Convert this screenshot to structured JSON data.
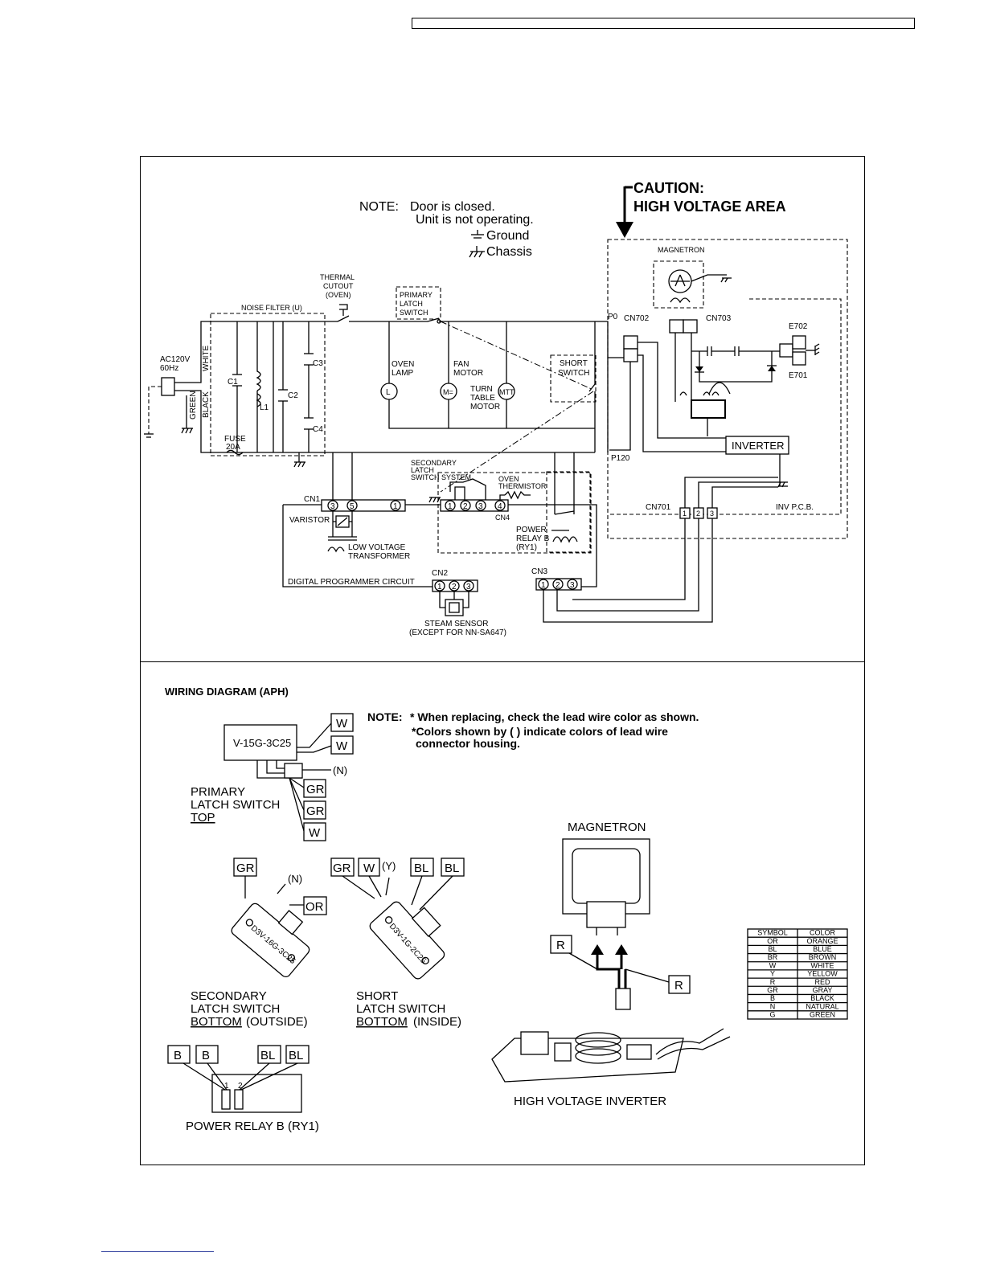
{
  "schematic": {
    "note_title": "NOTE:",
    "note_lines": [
      "Door is closed.",
      "Unit is not operating."
    ],
    "legend_ground": "Ground",
    "legend_chassis": "Chassis",
    "caution_line1": "CAUTION:",
    "caution_line2": "HIGH VOLTAGE AREA",
    "labels": {
      "magnetron": "MAGNETRON",
      "cn702": "CN702",
      "cn703": "CN703",
      "e702": "E702",
      "e701": "E701",
      "inverter": "INVERTER",
      "p120": "P120",
      "p0": "P0",
      "cn701": "CN701",
      "inv_pcb": "INV P.C.B.",
      "thermal_cutout": [
        "THERMAL",
        "CUTOUT",
        "(OVEN)"
      ],
      "primary_latch_switch": [
        "PRIMARY",
        "LATCH",
        "SWITCH"
      ],
      "noise_filter": "NOISE FILTER (U)",
      "ac_source": [
        "AC120V",
        "60Hz"
      ],
      "white": "WHITE",
      "black": "BLACK",
      "green": "GREEN",
      "c1": "C1",
      "c2": "C2",
      "c3": "C3",
      "c4": "C4",
      "l1": "L1",
      "fuse": [
        "FUSE",
        "20A"
      ],
      "oven_lamp": [
        "OVEN",
        "LAMP"
      ],
      "fan_motor": [
        "FAN",
        "MOTOR"
      ],
      "turn_table_motor": [
        "TURN",
        "TABLE",
        "MOTOR"
      ],
      "short_switch": [
        "SHORT",
        "SWITCH"
      ],
      "lamp_symbol": "L",
      "fan_symbol": "M=",
      "tt_symbol": "MTT",
      "secondary_latch": [
        "SECONDARY",
        "LATCH",
        "SWITCH SYSTEM"
      ],
      "oven_thermistor": [
        "OVEN",
        "THERMISTOR"
      ],
      "cn1": "CN1",
      "cn4": "CN4",
      "varistor": "VARISTOR",
      "low_voltage_transformer": [
        "LOW VOLTAGE",
        "TRANSFORMER"
      ],
      "power_relay": [
        "POWER",
        "RELAY B",
        "(RY1)"
      ],
      "digital_programmer": "DIGITAL PROGRAMMER CIRCUIT",
      "cn2": "CN2",
      "cn3": "CN3",
      "steam_sensor": [
        "STEAM SENSOR",
        "(EXCEPT FOR NN-SA647)"
      ],
      "cn1_pins": [
        "3",
        "5",
        "1"
      ],
      "cn4_pins": [
        "1",
        "2",
        "3",
        "4"
      ],
      "cn2_pins": [
        "1",
        "2",
        "3"
      ],
      "cn3_pins": [
        "1",
        "2",
        "3"
      ],
      "cn701_pins": [
        "1",
        "2",
        "3"
      ]
    }
  },
  "wiring": {
    "title": "WIRING DIAGRAM (APH)",
    "note_title": "NOTE:",
    "note_lines": [
      "* When replacing, check the lead wire color as shown.",
      "*Colors shown by ( ) indicate colors of lead wire",
      "connector housing."
    ],
    "primary_switch": {
      "model": "V-15G-3C25",
      "wires": [
        "W",
        "W",
        "GR",
        "GR",
        "W"
      ],
      "housing": "(N)",
      "caption": [
        "PRIMARY",
        "LATCH SWITCH",
        "TOP"
      ]
    },
    "secondary_switch": {
      "model": "D3V-16G-3C25",
      "wires": [
        "GR",
        "OR"
      ],
      "housing": "(N)",
      "caption": [
        "SECONDARY",
        "LATCH SWITCH",
        "BOTTOM",
        "(OUTSIDE)"
      ]
    },
    "short_switch": {
      "model": "D3V-1G-2C25",
      "wires": [
        "GR",
        "W",
        "BL",
        "BL"
      ],
      "housing": "(Y)",
      "caption": [
        "SHORT",
        "LATCH SWITCH",
        "BOTTOM",
        "(INSIDE)"
      ]
    },
    "relay": {
      "wires": [
        "B",
        "B",
        "BL",
        "BL"
      ],
      "pins": [
        "1",
        "2"
      ],
      "caption": "POWER RELAY B (RY1)"
    },
    "magnetron": {
      "title": "MAGNETRON",
      "wires": [
        "R",
        "R"
      ]
    },
    "inverter_caption": "HIGH VOLTAGE INVERTER",
    "color_table": {
      "headers": [
        "SYMBOL",
        "COLOR"
      ],
      "rows": [
        [
          "OR",
          "ORANGE"
        ],
        [
          "BL",
          "BLUE"
        ],
        [
          "BR",
          "BROWN"
        ],
        [
          "W",
          "WHITE"
        ],
        [
          "Y",
          "YELLOW"
        ],
        [
          "R",
          "RED"
        ],
        [
          "GR",
          "GRAY"
        ],
        [
          "B",
          "BLACK"
        ],
        [
          "N",
          "NATURAL"
        ],
        [
          "G",
          "GREEN"
        ]
      ]
    }
  }
}
